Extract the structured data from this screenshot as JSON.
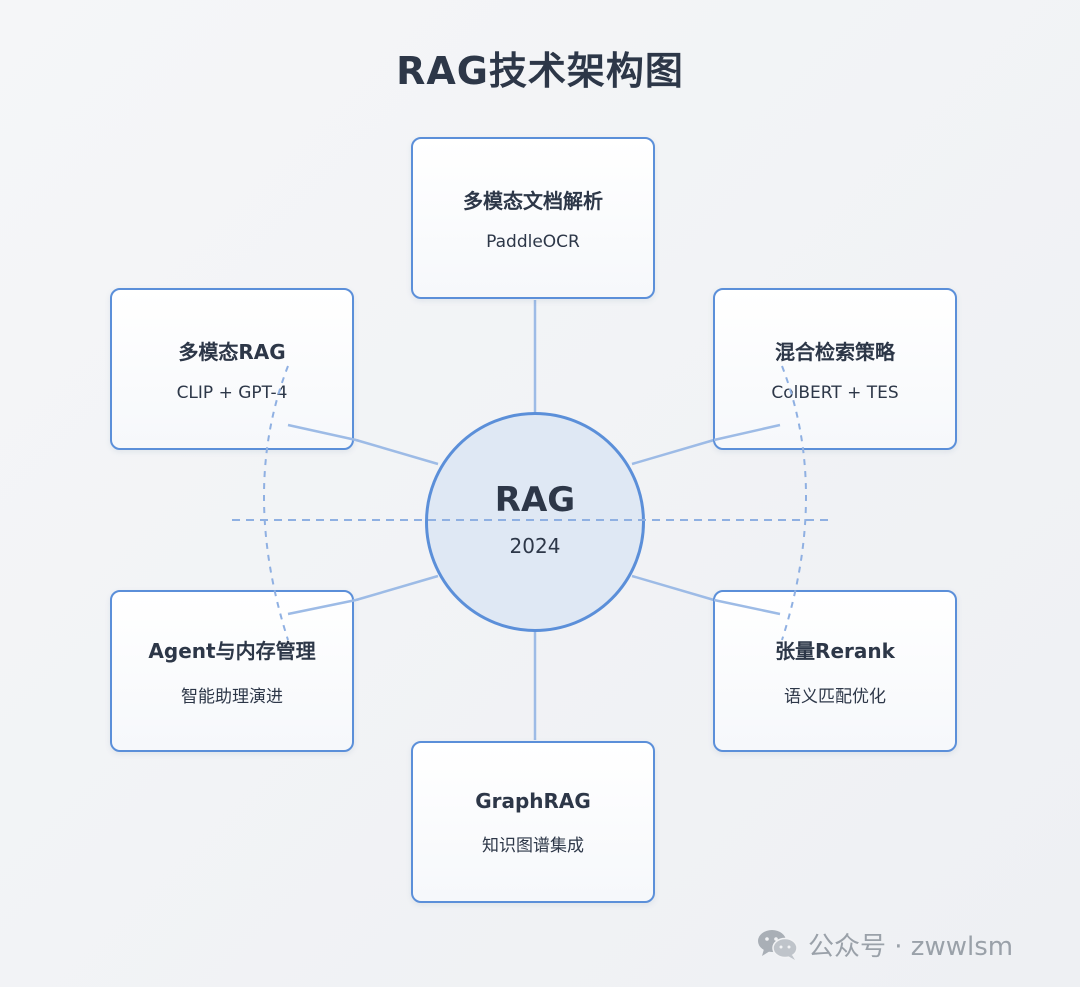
{
  "title": "RAG技术架构图",
  "center": {
    "title": "RAG",
    "subtitle": "2024"
  },
  "nodes": [
    {
      "id": "top",
      "title": "多模态文档解析",
      "subtitle": "PaddleOCR"
    },
    {
      "id": "upper-left",
      "title": "多模态RAG",
      "subtitle": "CLIP + GPT-4"
    },
    {
      "id": "upper-right",
      "title": "混合检索策略",
      "subtitle": "ColBERT + TES"
    },
    {
      "id": "lower-left",
      "title": "Agent与内存管理",
      "subtitle": "智能助理演进"
    },
    {
      "id": "lower-right",
      "title": "张量Rerank",
      "subtitle": "语义匹配优化"
    },
    {
      "id": "bottom",
      "title": "GraphRAG",
      "subtitle": "知识图谱集成"
    }
  ],
  "watermark": {
    "text": "公众号 · zwwlsm",
    "icon": "wechat-icon"
  },
  "colors": {
    "node_border": "#5b8fd9",
    "connector": "#9dbbe6",
    "dashed": "#8fb0e2",
    "center_fill": "#dce5f3",
    "text": "#2d3748",
    "watermark": "#9aa1a9"
  }
}
